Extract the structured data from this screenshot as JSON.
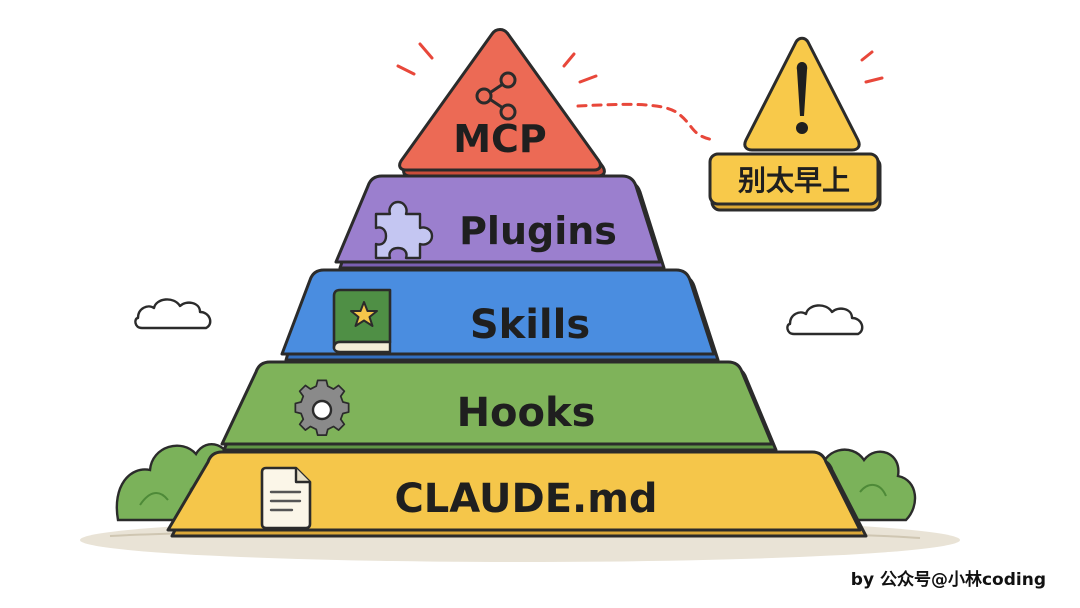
{
  "pyramid": {
    "layers": [
      {
        "id": "mcp",
        "label": "MCP",
        "color": "#ec6a55",
        "icon": "share-nodes-icon"
      },
      {
        "id": "plugins",
        "label": "Plugins",
        "color": "#9b7fce",
        "icon": "puzzle-piece-icon"
      },
      {
        "id": "skills",
        "label": "Skills",
        "color": "#4a8de0",
        "icon": "book-star-icon"
      },
      {
        "id": "hooks",
        "label": "Hooks",
        "color": "#7fb35a",
        "icon": "gear-icon"
      },
      {
        "id": "claude",
        "label": "CLAUDE.md",
        "color": "#f5c64a",
        "icon": "document-icon"
      }
    ]
  },
  "warning": {
    "label": "别太早上",
    "color": "#f8c94a",
    "icon": "warning-triangle-icon"
  },
  "credit": "by 公众号@小林coding"
}
